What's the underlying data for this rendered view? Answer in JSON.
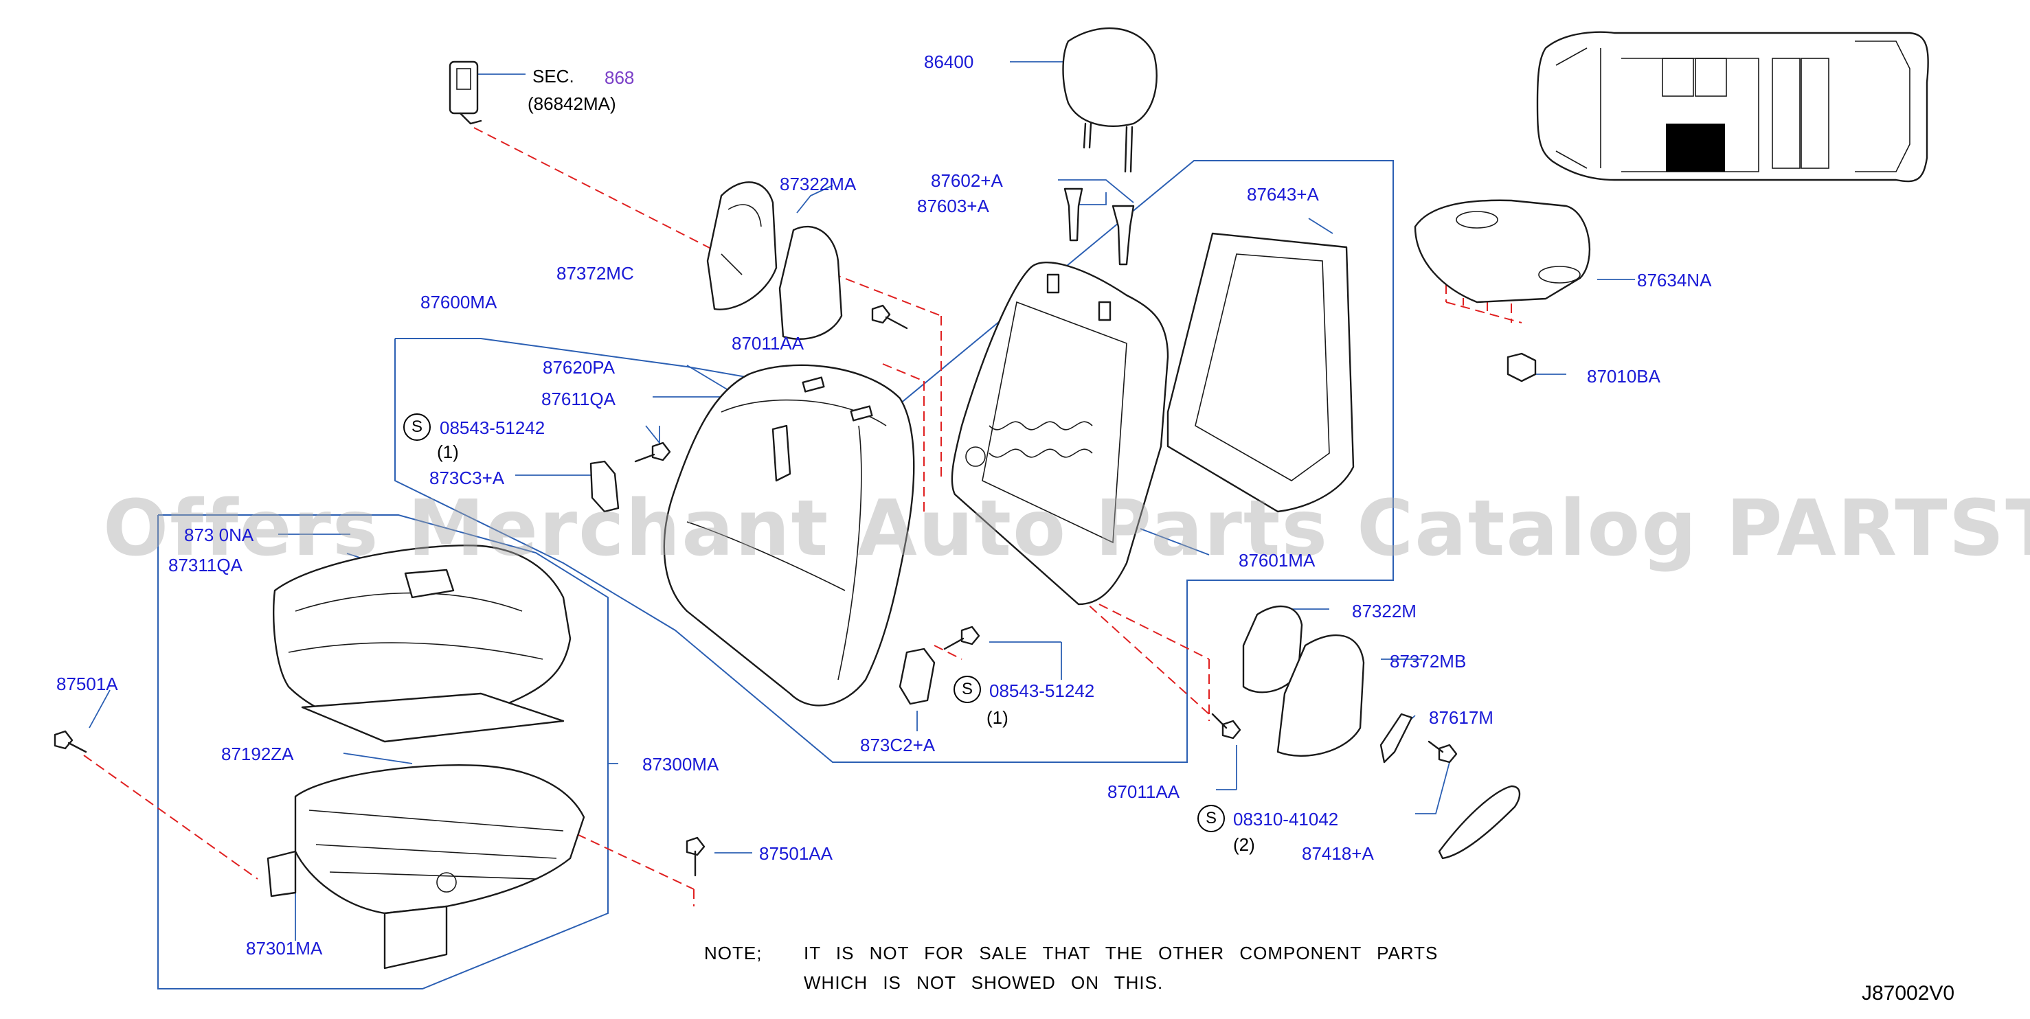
{
  "section_ref": {
    "prefix": "SEC.",
    "number": "868",
    "part": "(86842MA)"
  },
  "callouts": {
    "p86400": "86400",
    "p87602A": "87602+A",
    "p87603A": "87603+A",
    "p87643A": "87643+A",
    "p87634NA": "87634NA",
    "p87010BA": "87010BA",
    "p87322MA": "87322MA",
    "p87372MC": "87372MC",
    "p87600MA": "87600MA",
    "p87011AA_top": "87011AA",
    "p87620PA": "87620PA",
    "p87611QA": "87611QA",
    "p08543_top": "08543-51242",
    "p873C3A": "873C3+A",
    "p87320NA": "873 0NA",
    "p87311QA": "87311QA",
    "p87601MA": "87601MA",
    "p87322M": "87322M",
    "p87372MB": "87372MB",
    "p87617M": "87617M",
    "p08543_bottom": "08543-51242",
    "p873C2A": "873C2+A",
    "p87501A": "87501A",
    "p87192ZA": "87192ZA",
    "p87300MA": "87300MA",
    "p87011AA_bottom": "87011AA",
    "p08310": "08310-41042",
    "p87418A": "87418+A",
    "p87501AA": "87501AA",
    "p87301MA": "87301MA"
  },
  "quantities": {
    "q1_top": "(1)",
    "q1_bottom": "(1)",
    "q2": "(2)"
  },
  "s_symbol": "S",
  "note": {
    "label": "NOTE;",
    "line1": "IT IS NOT FOR SALE THAT THE OTHER COMPONENT PARTS",
    "line2": "WHICH IS NOT SHOWED ON THIS."
  },
  "diagram_code": "J87002V0",
  "watermark": "Offers Merchant Auto Parts Catalog PARTSTORE.SA",
  "colors": {
    "label": "#1a1ad6",
    "leader_dash": "#e02020",
    "frame": "#2b5fb3",
    "ref_link": "#7a3fc7"
  }
}
